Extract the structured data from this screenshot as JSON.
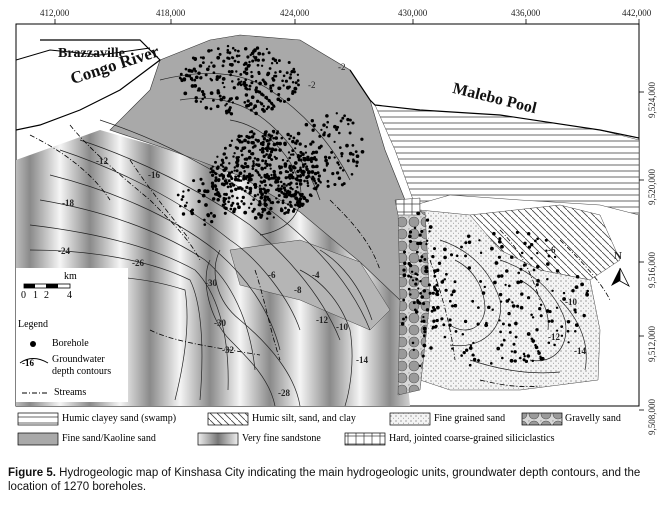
{
  "map": {
    "x_ticks": [
      "412,000",
      "418,000",
      "424,000",
      "430,000",
      "436,000",
      "442,000"
    ],
    "y_ticks": [
      "9,524,000",
      "9,520,000",
      "9,516,000",
      "9,512,000",
      "9,508,000"
    ],
    "places": {
      "brazzaville": "Brazzaville",
      "congo_river": "Congo River",
      "malebo_pool": "Malebo Pool"
    },
    "contour_labels": [
      "-2",
      "-12",
      "-16",
      "-18",
      "-24",
      "-26",
      "-30",
      "-30",
      "-32",
      "-4",
      "-6",
      "-8",
      "-10",
      "-12",
      "-14",
      "-10",
      "-12",
      "-14",
      "-6",
      "-28",
      "-2"
    ],
    "north_label": "N",
    "scale_bar": {
      "unit": "km",
      "ticks": [
        "0",
        "1",
        "2",
        "4"
      ]
    }
  },
  "legend": {
    "title": "Legend",
    "borehole": "Borehole",
    "contour_sample": "-16",
    "contours": "Groundwater",
    "contours_line2": "depth contours",
    "streams": "Streams"
  },
  "units": {
    "humic_clayey_sand": "Humic clayey sand (swamp)",
    "humic_silt": "Humic silt, sand, and clay",
    "fine_grained_sand": "Fine grained sand",
    "gravelly_sand": "Gravelly sand",
    "fine_sand_kaoline": "Fine sand/Kaoline sand",
    "very_fine_sandstone": "Very fine sandstone",
    "hard_siliciclastics": "Hard, jointed coarse-grained siliciclastics"
  },
  "caption": {
    "label": "Figure 5.",
    "text": " Hydrogeologic map of Kinshasa City indicating the main hydrogeologic units, groundwater depth contours, and the location of 1270 boreholes."
  },
  "colors": {
    "frame": "#000000",
    "fine_sand_fill": "#a9a9a9",
    "sandstone_light": "#f2f2f2",
    "sandstone_dark": "#8c8c8c",
    "borehole": "#000000"
  }
}
